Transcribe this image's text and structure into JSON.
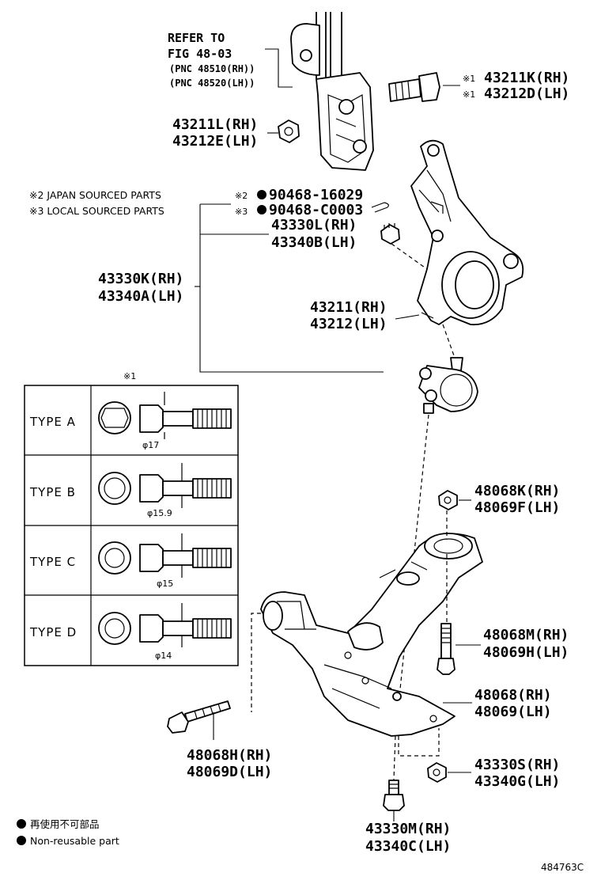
{
  "refer": {
    "line1": "REFER TO",
    "line2": "FIG 48-03",
    "line3": "(PNC 48510(RH))",
    "line4": "(PNC 48520(LH))"
  },
  "parts": {
    "bolt_top": {
      "mark": "※1",
      "rh": "43211K(RH)",
      "lh": "43212D(LH)"
    },
    "nut_top": {
      "rh": "43211L(RH)",
      "lh": "43212E(LH)"
    },
    "pin_japan": {
      "mark": "※2",
      "pn": "90468-16029"
    },
    "pin_local": {
      "mark": "※3",
      "pn": "90468-C0003"
    },
    "nut_castle": {
      "rh": "43330L(RH)",
      "lh": "43340B(LH)"
    },
    "balljoint_assy": {
      "rh": "43330K(RH)",
      "lh": "43340A(LH)"
    },
    "knuckle": {
      "rh": "43211(RH)",
      "lh": "43212(LH)"
    },
    "nut_48068k": {
      "rh": "48068K(RH)",
      "lh": "48069F(LH)"
    },
    "bolt_48068m": {
      "rh": "48068M(RH)",
      "lh": "48069H(LH)"
    },
    "arm": {
      "rh": "48068(RH)",
      "lh": "48069(LH)"
    },
    "bolt_48068h": {
      "rh": "48068H(RH)",
      "lh": "48069D(LH)"
    },
    "nut_43330s": {
      "rh": "43330S(RH)",
      "lh": "43340G(LH)"
    },
    "bolt_43330m": {
      "rh": "43330M(RH)",
      "lh": "43340C(LH)"
    }
  },
  "notes": {
    "japan": "※2 JAPAN SOURCED PARTS",
    "local": "※3 LOCAL SOURCED PARTS",
    "table_mark": "※1"
  },
  "types": [
    {
      "label": "TYPE  A",
      "dim": "φ17"
    },
    {
      "label": "TYPE  B",
      "dim": "φ15.9"
    },
    {
      "label": "TYPE  C",
      "dim": "φ15"
    },
    {
      "label": "TYPE  D",
      "dim": "φ14"
    }
  ],
  "legend": {
    "jp": "再使用不可部品",
    "en": "Non-reusable part"
  },
  "diagram_code": "484763C"
}
